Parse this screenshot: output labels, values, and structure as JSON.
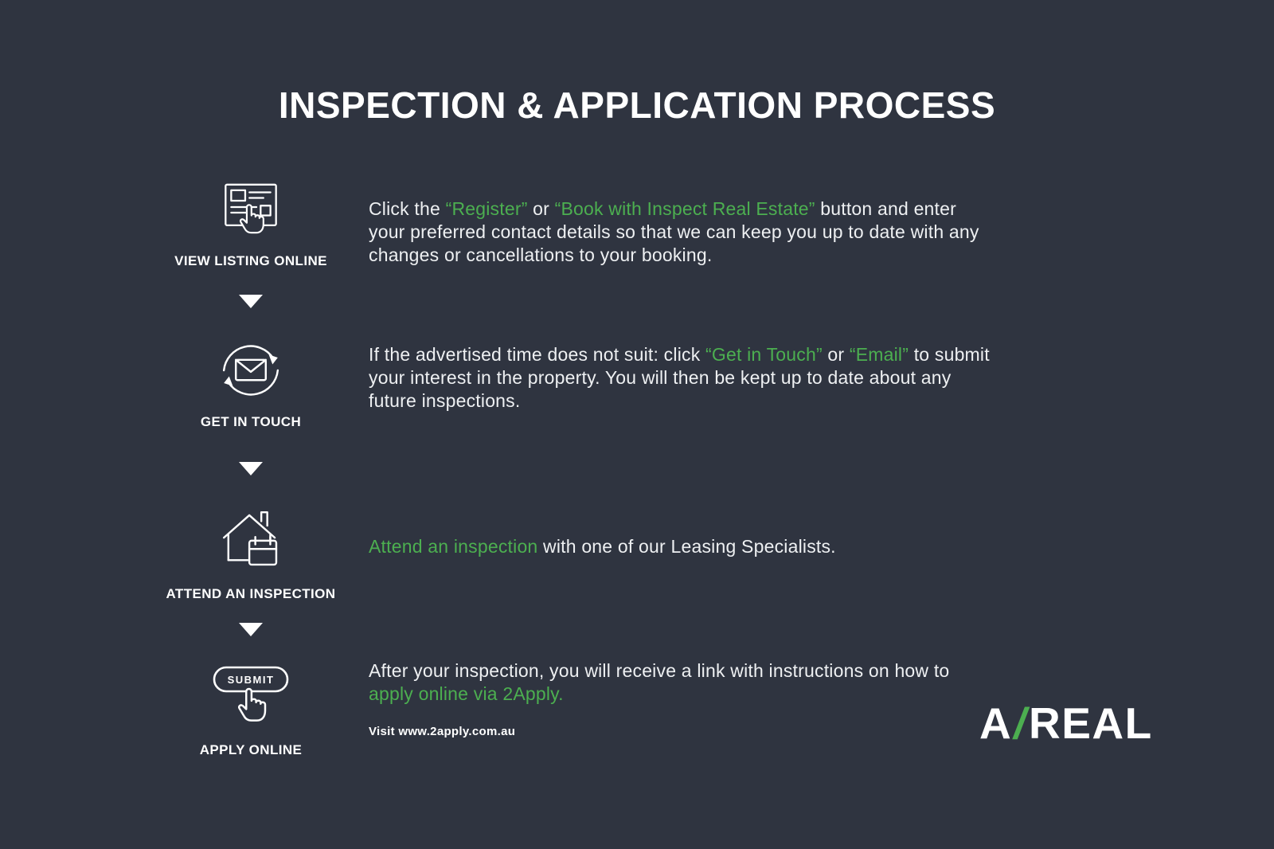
{
  "page": {
    "title": "INSPECTION & APPLICATION PROCESS",
    "background_color": "#2f3440",
    "accent_color": "#4caf50",
    "text_color": "#ffffff"
  },
  "steps": [
    {
      "label": "VIEW LISTING ONLINE",
      "icon": "listing-cursor-icon",
      "desc": [
        "Click the ",
        "“Register”",
        " or ",
        "“Book with Inspect Real Estate”",
        " button and enter your preferred contact details so that we can keep you up to date with any changes or cancellations to your booking."
      ]
    },
    {
      "label": "GET IN TOUCH",
      "icon": "envelope-sync-icon",
      "desc": [
        "If the advertised time does not suit: click ",
        "“Get in Touch”",
        " or ",
        "“Email”",
        " to submit your interest in the property. You will then be kept up to date about any future inspections."
      ]
    },
    {
      "label": "ATTEND AN INSPECTION",
      "icon": "house-calendar-icon",
      "desc": [
        "Attend an inspection",
        " with one of our Leasing Specialists."
      ]
    },
    {
      "label": "APPLY ONLINE",
      "icon": "submit-button-cursor-icon",
      "button_label": "SUBMIT",
      "desc": [
        "After your inspection, you will receive a link with instructions on how to ",
        "apply online via 2Apply."
      ]
    }
  ],
  "footnote": "Visit www.2apply.com.au",
  "logo": {
    "part1": "A",
    "slash": "/",
    "part2": "REAL"
  }
}
